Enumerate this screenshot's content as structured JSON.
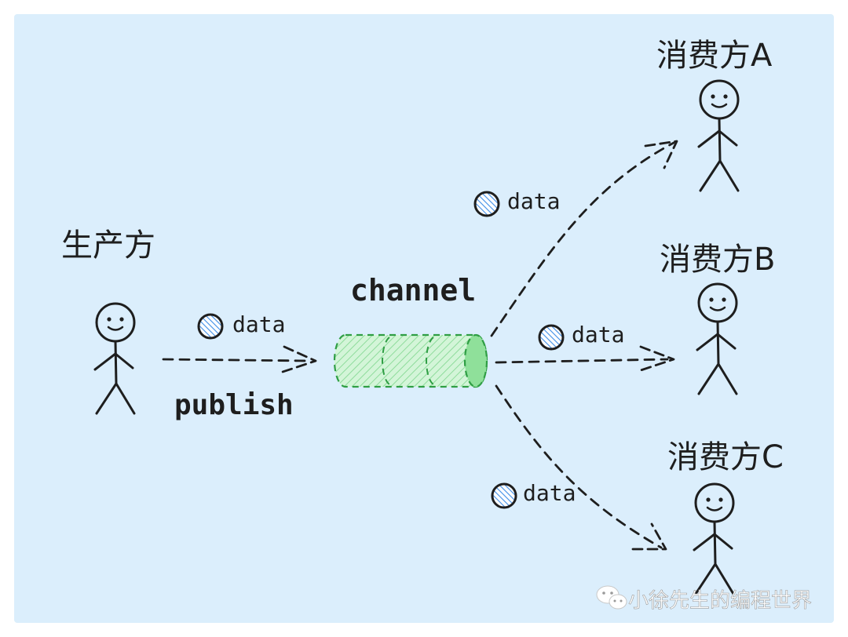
{
  "producer": {
    "label": "生产方"
  },
  "channel": {
    "label": "channel",
    "fill_color": "#b6ecbe",
    "stroke_color": "#2f9e44"
  },
  "publish": {
    "label": "publish"
  },
  "data_token": {
    "label": "data",
    "color": "#3f8fe8"
  },
  "consumers": [
    {
      "label": "消费方A"
    },
    {
      "label": "消费方B"
    },
    {
      "label": "消费方C"
    }
  ],
  "watermark": {
    "text": "小徐先生的编程世界",
    "icon": "wechat-icon"
  },
  "colors": {
    "background": "#dbeefc",
    "ink": "#1e1e1e"
  }
}
